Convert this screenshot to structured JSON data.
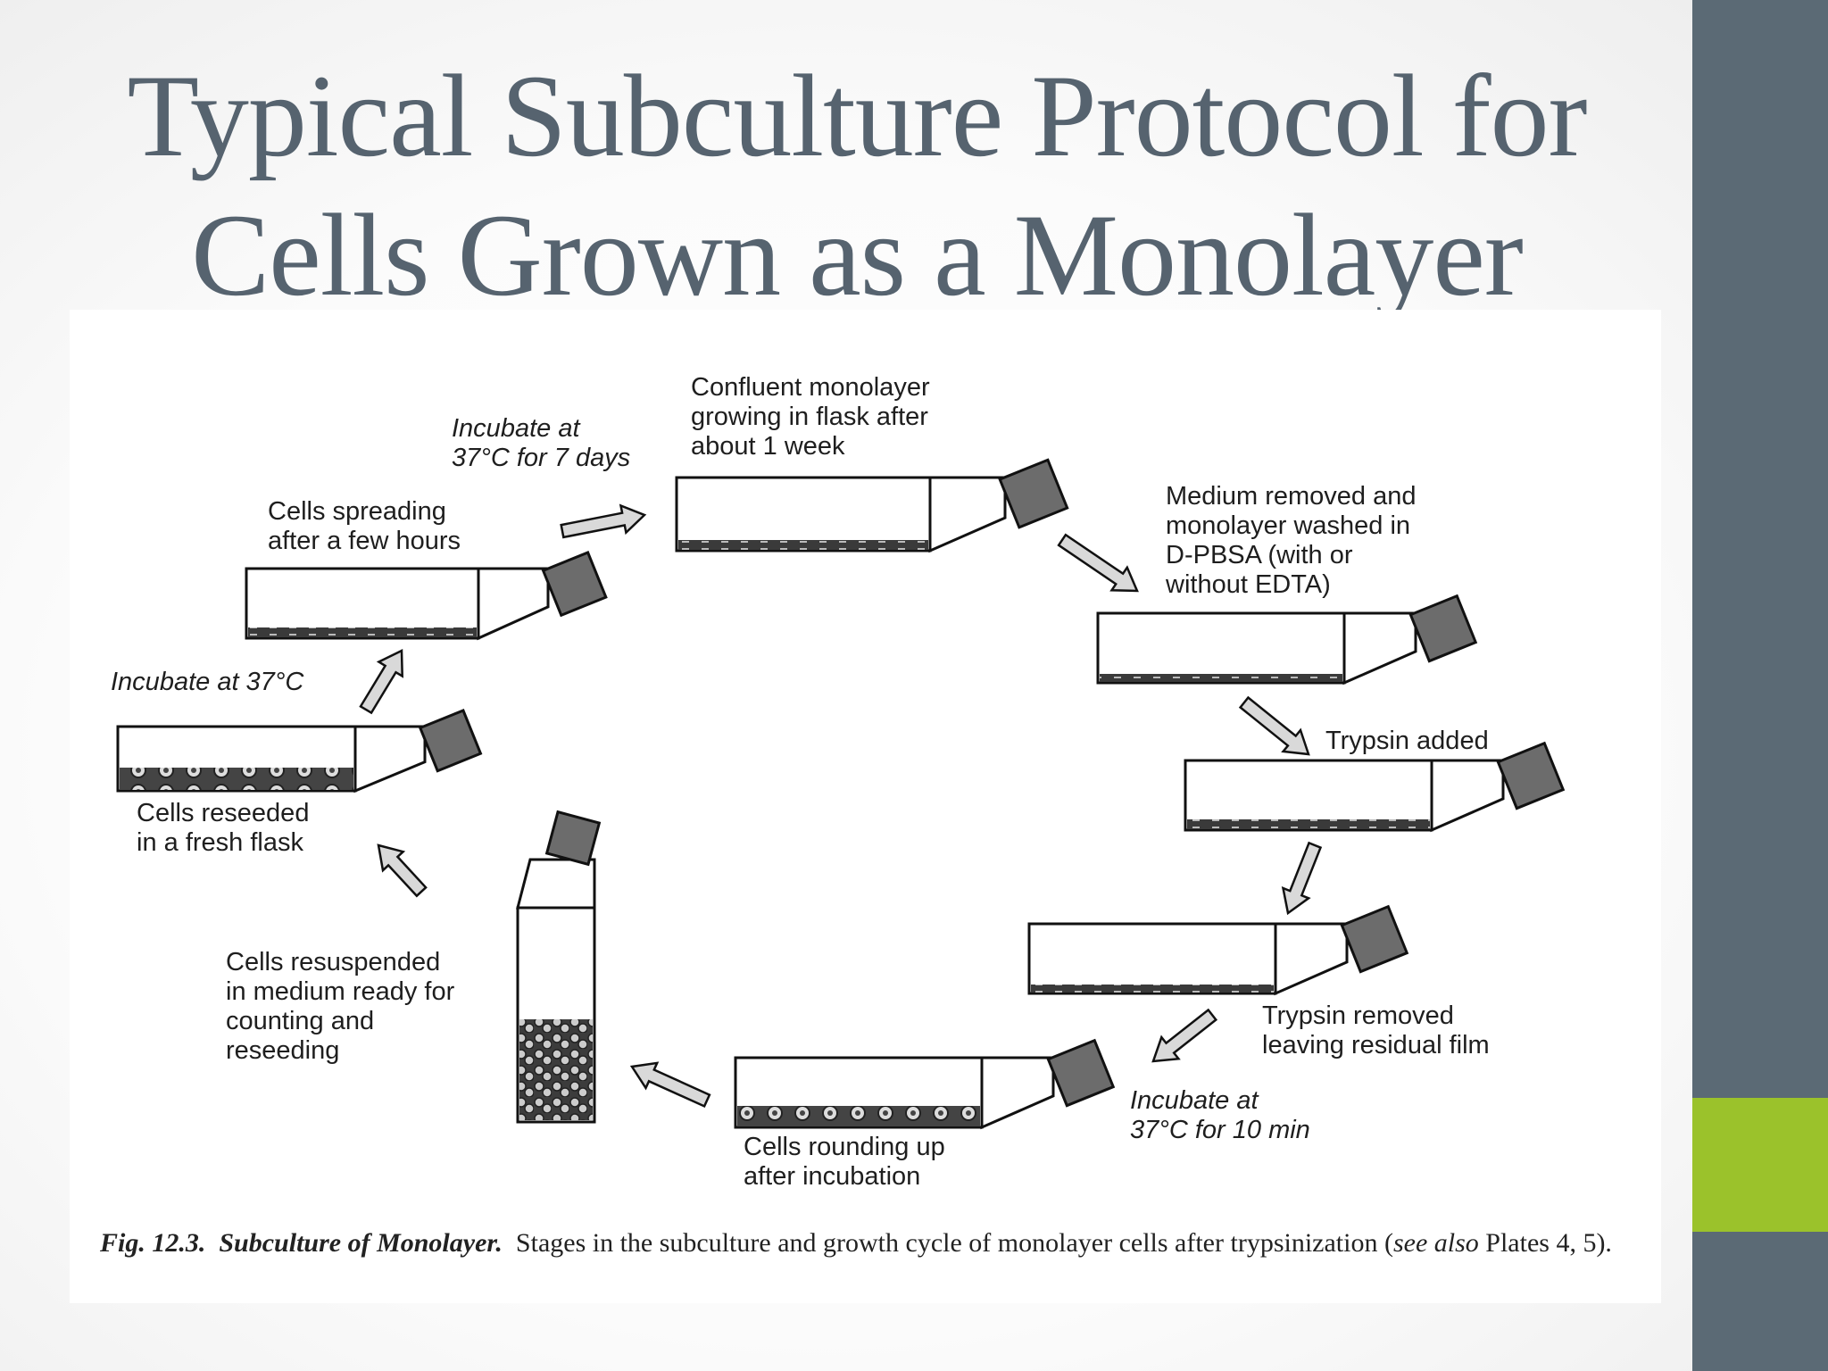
{
  "slide": {
    "title_lines": [
      "Typical Subculture Protocol for",
      "Cells Grown as a Monolayer"
    ],
    "colors": {
      "sidebar": "#5b6a75",
      "accent": "#9bc22b",
      "title": "#56636f"
    }
  },
  "diagram": {
    "labels": {
      "confluent": "Confluent monolayer\ngrowing in flask after\nabout 1 week",
      "incubate7": "Incubate at\n37°C for 7 days",
      "spreading": "Cells spreading\nafter a few hours",
      "medium_removed": "Medium removed and\nmonolayer washed in\nD-PBSA (with or\nwithout EDTA)",
      "trypsin_added": "Trypsin added",
      "incubate37": "Incubate at 37°C",
      "reseeded": "Cells reseeded\nin a fresh flask",
      "resuspended": "Cells resuspended\nin medium ready for\ncounting and\nreseeding",
      "trypsin_removed": "Trypsin removed\nleaving residual film",
      "incubate10": "Incubate at\n37°C for 10 min",
      "rounding": "Cells rounding up\nafter incubation"
    },
    "caption": {
      "fig": "Fig. 12.3.",
      "heading": "Subculture of Monolayer.",
      "text_a": "Stages in the subculture and growth cycle of monolayer cells after trypsinization (",
      "see_also": "see also",
      "text_b": " Plates 4, 5)."
    }
  }
}
